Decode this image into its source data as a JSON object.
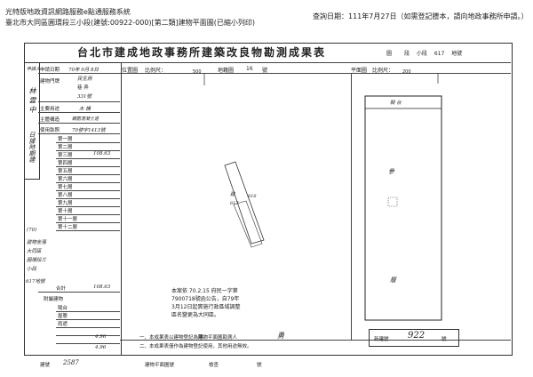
{
  "header": {
    "system_name": "光特版地政資訊網路服務e點通服務系統",
    "doc_path": "臺北市大同區圓環段三小段(建號:00922-000)[第二類]建物平面圖(已縮小列印)",
    "query_date": "查詢日期：111年7月27日（如需登記謄本，請向地政事務所申請。）"
  },
  "sheet": {
    "title": "台北市建成地政事務所建築改良物勘測成果表",
    "map_sheet_label": "圖",
    "map_sheet_value": "段   小段   617   地號",
    "location_plan_label": "位置圖",
    "location_scale": "比例尺：",
    "location_scale_den": "500",
    "location_map_label": "地籍圖",
    "location_map_no": "16",
    "location_map_suffix": "號",
    "floor_plan_label": "平面圖",
    "floor_scale": "比例尺：",
    "floor_scale_den": "200",
    "left_col": {
      "applicant_label": "申請人",
      "applicant_name": "林   雲   中",
      "date_label": "申請日期",
      "date_value": "70年 9月 8日",
      "address_label": "建物門牌",
      "street": "民生西",
      "lane": "巷 弄",
      "number": "331號",
      "structure_label": "主要用途",
      "structure_value": "木 構",
      "material_label": "主體構造",
      "material_value": "鋼筋混凝土造",
      "usage_label": "使用執照",
      "usage_value": "70使字1413號",
      "vertical_note": "日據時期建",
      "parcel_label": "(70)",
      "parcel_lines": [
        "建物坐落",
        "大同區",
        "圓環段三",
        "小段"
      ],
      "parcel_no": "617地號",
      "total_label": "合計",
      "total_value": "108.63",
      "floors": [
        "第一層",
        "第二層",
        "第三層",
        "第四層",
        "第五層",
        "第六層",
        "第七層",
        "第八層",
        "第九層",
        "第十層",
        "第十一層",
        "第十二層"
      ],
      "floor_areas": [
        "",
        "",
        "108.63",
        "",
        "",
        "",
        "",
        "",
        "",
        "",
        "",
        ""
      ],
      "sub_title": "附屬建物",
      "sub_rows": [
        "陽台",
        "屋簷",
        "雨遮",
        "",
        ""
      ],
      "sub_areas": [
        "",
        "",
        "",
        "",
        ""
      ],
      "bottom_total": "4.96",
      "bottom_total2": "4.96"
    },
    "floor_plan": {
      "top_text": "騎 台",
      "room_label": "參",
      "floor_label": "層",
      "bldg_label": "建",
      "bldg_no": "617",
      "bldg_no2": "616"
    },
    "remarks": [
      "本案依 70.2.15 府民一字第",
      "7900718號函公告，自79年",
      "3月12日起實施行政區域調整",
      "區名變更為大同區。"
    ],
    "notes": [
      "一、本成果表以建物登記為限。",
      "二、本成果表僅作為建物登記使用，其他用途無效。"
    ],
    "surveyor_label": "建物平面圖勘測人",
    "surveyor_name": "勇",
    "bldg_no_label": "新建號",
    "bldg_no_value": "922",
    "bldg_no_suffix": "號",
    "footer_left_label": "建號",
    "footer_left_value": "2587",
    "footer_mid_label": "建物平面圖號",
    "footer_mid2": "檢查",
    "footer_right": "號"
  }
}
